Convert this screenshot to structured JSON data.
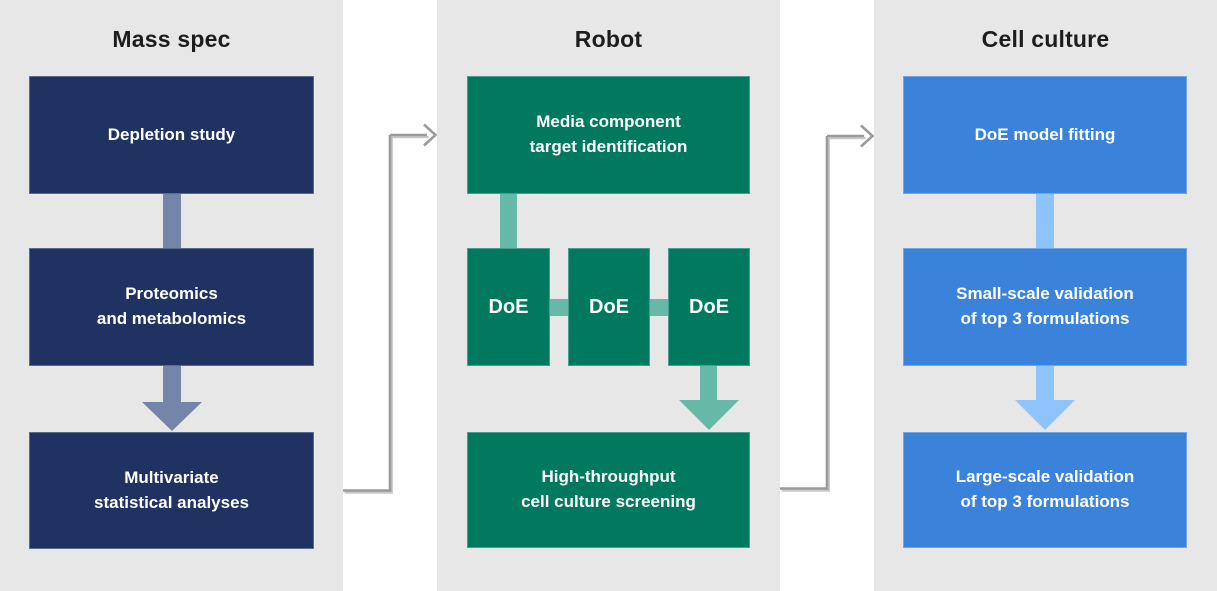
{
  "diagram": {
    "columns": [
      {
        "title": "Mass spec",
        "box_color": "#1f3262",
        "connector_color": "#7585a9",
        "steps": [
          {
            "label": "Depletion study"
          },
          {
            "label": "Proteomics\nand metabolomics"
          },
          {
            "label": "Multivariate\nstatistical analyses"
          }
        ]
      },
      {
        "title": "Robot",
        "box_color": "#00795e",
        "connector_color": "#65b9a6",
        "steps": [
          {
            "label": "Media component\ntarget identification"
          },
          {
            "label": "DoE"
          },
          {
            "label": "DoE"
          },
          {
            "label": "DoE"
          },
          {
            "label": "High-throughput\ncell culture screening"
          }
        ]
      },
      {
        "title": "Cell culture",
        "box_color": "#3b83da",
        "connector_color": "#8ec4fb",
        "steps": [
          {
            "label": "DoE model fitting"
          },
          {
            "label": "Small-scale validation\nof top 3 formulations"
          },
          {
            "label": "Large-scale validation\nof top 3 formulations"
          }
        ]
      }
    ],
    "colors": {
      "page_bg": "#ffffff",
      "panel_bg": "#e8e7e7",
      "title_text": "#1d1d1d",
      "box_text": "#ffffff",
      "flow_line": "#9b9b9b",
      "flow_line_shadow": "#c9c9c9"
    }
  }
}
